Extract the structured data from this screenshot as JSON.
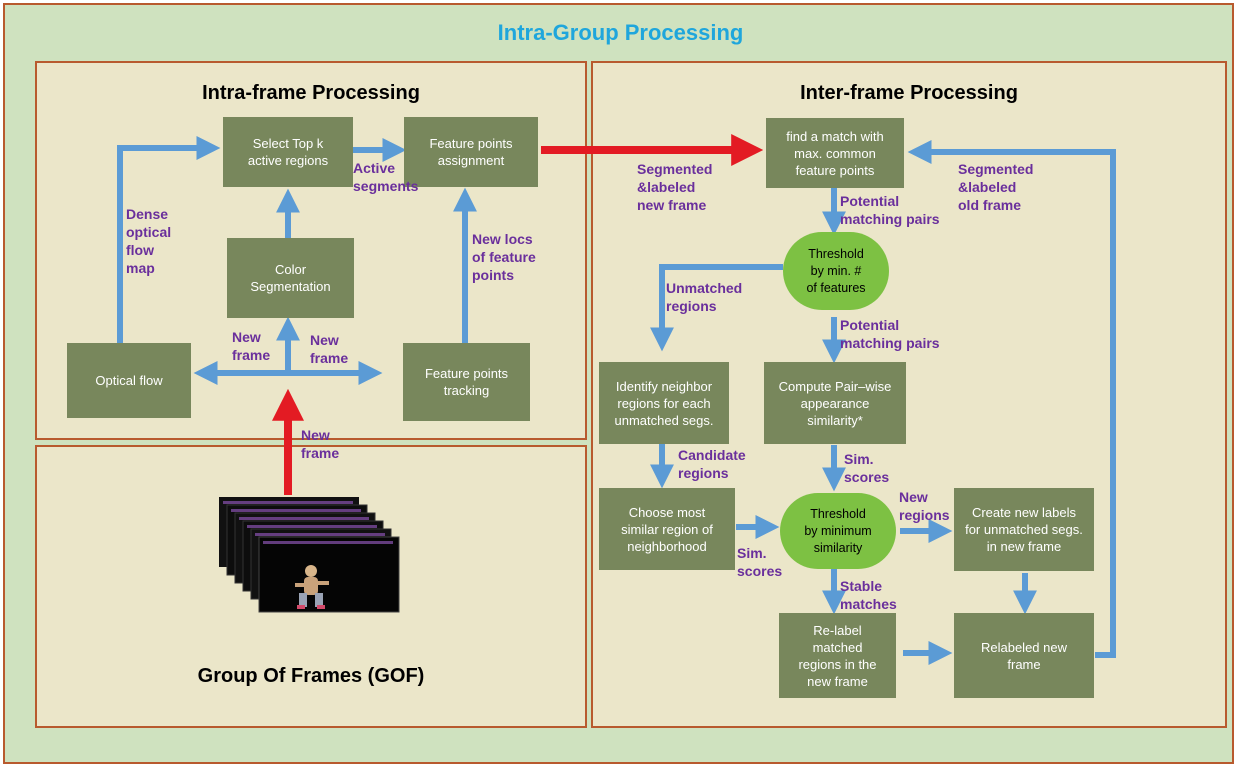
{
  "titles": {
    "main": "Intra-Group Processing",
    "intra_frame": "Intra-frame Processing",
    "inter_frame": "Inter-frame Processing",
    "gof": "Group Of Frames (GOF)"
  },
  "boxes": {
    "select_top_k": "Select Top k\nactive regions",
    "feature_assignment": "Feature points\nassignment",
    "color_segmentation": "Color\nSegmentation",
    "optical_flow": "Optical flow",
    "feature_tracking": "Feature points\ntracking",
    "find_match": "find a match with\nmax. common\nfeature points",
    "threshold_features": "Threshold\nby min. #\nof features",
    "identify_neighbor": "Identify neighbor\nregions for each\nunmatched segs.",
    "compute_similarity": "Compute Pair–wise\nappearance\nsimilarity*",
    "choose_similar": "Choose most\nsimilar region of\nneighborhood",
    "threshold_similarity": "Threshold\nby minimum\nsimilarity",
    "create_labels": "Create new labels\nfor unmatched segs.\nin new frame",
    "relabel_matched": "Re-label\nmatched\nregions in the\nnew frame",
    "relabeled_frame": "Relabeled new\nframe"
  },
  "labels": {
    "active_segments": "Active\nsegments",
    "dense_flow": "Dense\noptical\nflow\nmap",
    "new_locs": "New locs\nof feature\npoints",
    "new_frame_left": "New\nframe",
    "new_frame_right": "New\nframe",
    "new_frame_bottom": "New\nframe",
    "segmented_new": "Segmented\n&labeled\nnew frame",
    "segmented_old": "Segmented\n&labeled\nold frame",
    "potential_pairs_1": "Potential\nmatching pairs",
    "potential_pairs_2": "Potential\nmatching pairs",
    "unmatched_regions": "Unmatched\nregions",
    "candidate_regions": "Candidate\nregions",
    "sim_scores_1": "Sim.\nscores",
    "sim_scores_2": "Sim.\nscores",
    "new_regions": "New\nregions",
    "stable_matches": "Stable\nmatches"
  },
  "colors": {
    "background": "#cfe2bf",
    "panel": "#ebe6c9",
    "border": "#b85a2e",
    "box": "#78875c",
    "oval": "#7dc143",
    "arrow_blue": "#5b9bd5",
    "arrow_red": "#e31b23",
    "label_purple": "#6a2f9c",
    "title_blue": "#1fa6dc"
  }
}
